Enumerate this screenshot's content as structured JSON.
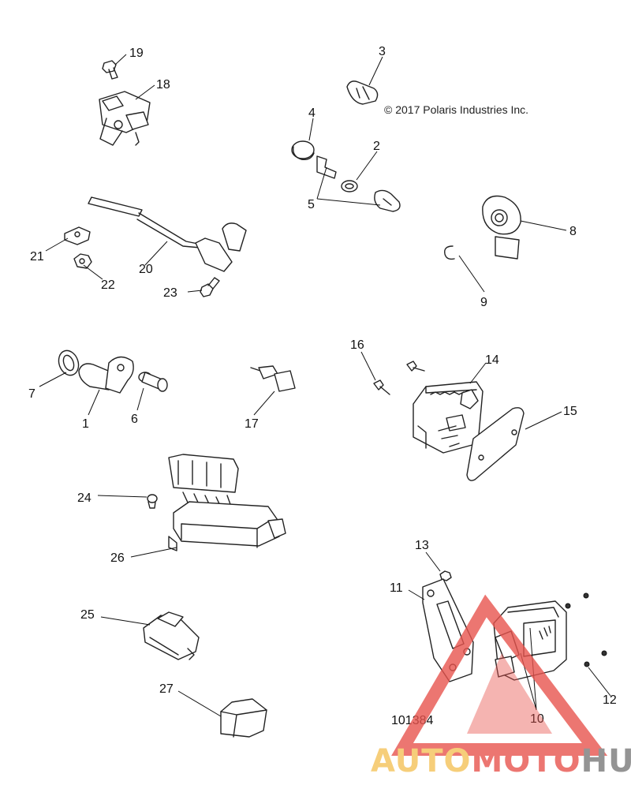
{
  "copyright": "© 2017 Polaris Industries Inc.",
  "diagram_number": "101384",
  "callouts": [
    {
      "id": "1",
      "label": "1"
    },
    {
      "id": "2",
      "label": "2"
    },
    {
      "id": "3",
      "label": "3"
    },
    {
      "id": "4",
      "label": "4"
    },
    {
      "id": "5",
      "label": "5"
    },
    {
      "id": "6",
      "label": "6"
    },
    {
      "id": "7",
      "label": "7"
    },
    {
      "id": "8",
      "label": "8"
    },
    {
      "id": "9",
      "label": "9"
    },
    {
      "id": "10",
      "label": "10"
    },
    {
      "id": "11",
      "label": "11"
    },
    {
      "id": "12",
      "label": "12"
    },
    {
      "id": "13",
      "label": "13"
    },
    {
      "id": "14",
      "label": "14"
    },
    {
      "id": "15",
      "label": "15"
    },
    {
      "id": "16",
      "label": "16"
    },
    {
      "id": "17",
      "label": "17"
    },
    {
      "id": "18",
      "label": "18"
    },
    {
      "id": "19",
      "label": "19"
    },
    {
      "id": "20",
      "label": "20"
    },
    {
      "id": "21",
      "label": "21"
    },
    {
      "id": "22",
      "label": "22"
    },
    {
      "id": "23",
      "label": "23"
    },
    {
      "id": "24",
      "label": "24"
    },
    {
      "id": "25",
      "label": "25"
    },
    {
      "id": "26",
      "label": "26"
    },
    {
      "id": "27",
      "label": "27"
    }
  ],
  "watermark": {
    "part1": "AUTO",
    "part2": "MOTO",
    "part3": "HUB",
    "color_light": "#f5c25a",
    "color_red": "#e8544e",
    "color_dark": "#7a7a7a"
  }
}
